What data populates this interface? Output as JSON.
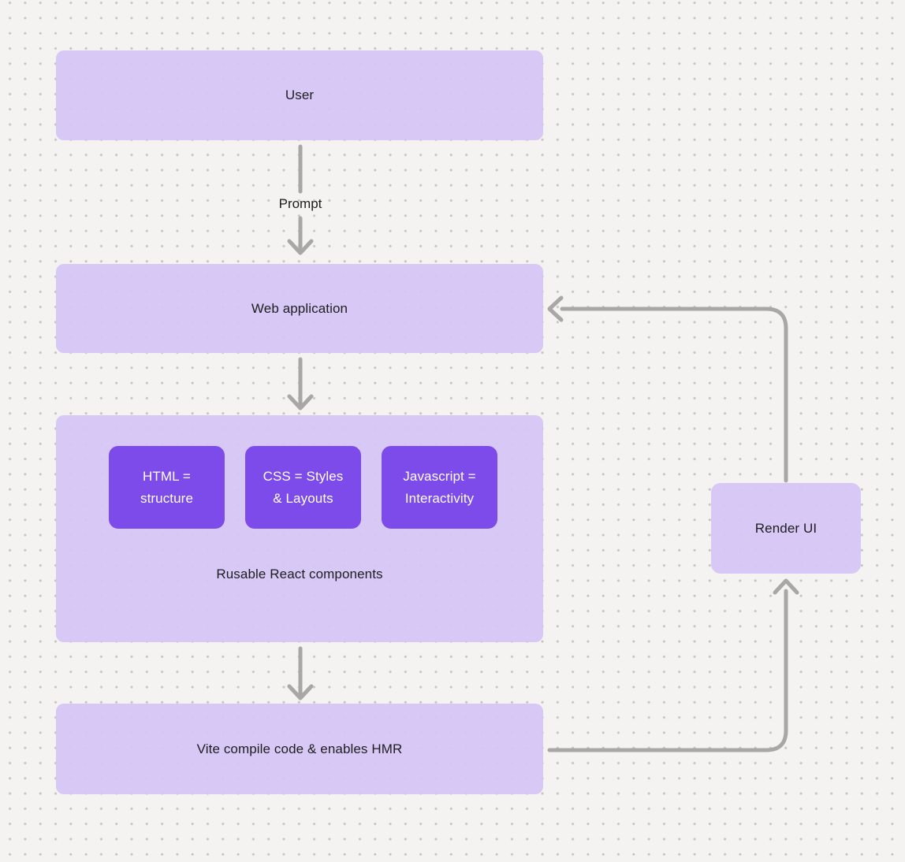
{
  "colors": {
    "background": "#F4F3F1",
    "dot_grid": "#C7C5C2",
    "node_fill": "#D4C5F5",
    "inner_node_fill": "#7C4BE9",
    "arrow": "#A8A7A5",
    "text_dark": "#1E1E1F",
    "text_light": "#FFFFFF"
  },
  "nodes": {
    "user": {
      "label": "User"
    },
    "web_application": {
      "label": "Web application"
    },
    "components_group": {
      "caption": "Rusable React components",
      "children": [
        {
          "label": "HTML = structure",
          "lines": [
            "HTML =",
            "structure"
          ]
        },
        {
          "label": "CSS = Styles & Layouts",
          "lines": [
            "CSS = Styles",
            "& Layouts"
          ]
        },
        {
          "label": "Javascript = Interactivity",
          "lines": [
            "Javascript =",
            "Interactivity"
          ]
        }
      ]
    },
    "vite": {
      "label": "Vite compile code & enables HMR"
    },
    "render_ui": {
      "label": "Render UI"
    }
  },
  "edges": {
    "prompt": {
      "label": "Prompt"
    }
  }
}
